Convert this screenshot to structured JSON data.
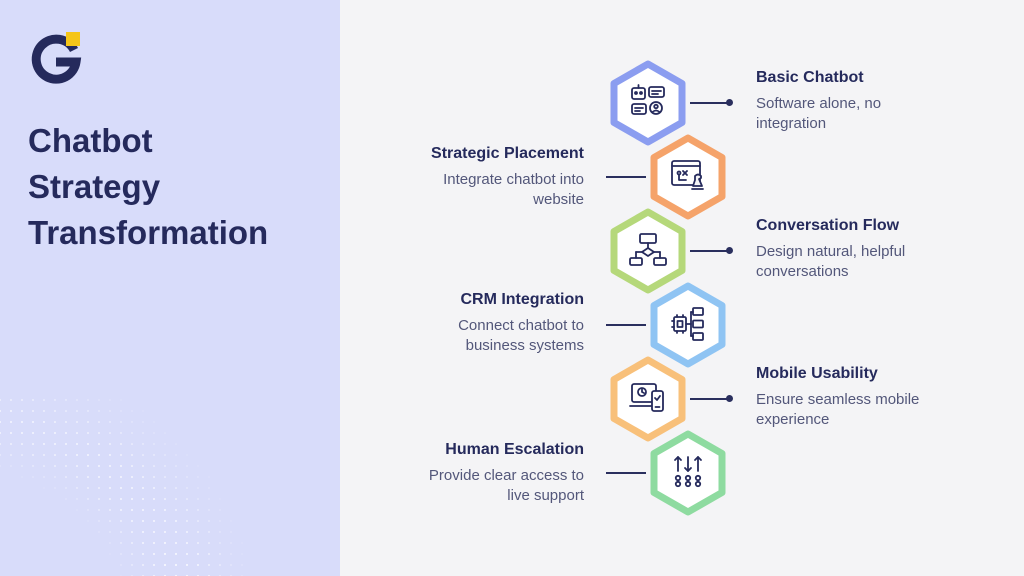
{
  "title": {
    "line1": "Chatbot",
    "line2": "Strategy",
    "line3": "Transformation"
  },
  "colors": {
    "panel": "#d8dcfa",
    "navy": "#252a5c",
    "accent": "#f5c518",
    "step_colors": [
      "#8b9df0",
      "#f5a36a",
      "#b5d87a",
      "#8fc4f3",
      "#f8c07a",
      "#8edba0"
    ]
  },
  "steps": [
    {
      "title": "Basic Chatbot",
      "desc": "Software alone, no integration",
      "icon": "robot-chat-icon"
    },
    {
      "title": "Strategic Placement",
      "desc": "Integrate chatbot into website",
      "icon": "strategy-chess-icon"
    },
    {
      "title": "Conversation Flow",
      "desc": "Design natural, helpful conversations",
      "icon": "flowchart-icon"
    },
    {
      "title": "CRM Integration",
      "desc": "Connect chatbot to business systems",
      "icon": "chip-network-icon"
    },
    {
      "title": "Mobile Usability",
      "desc": "Ensure seamless mobile experience",
      "icon": "devices-icon"
    },
    {
      "title": "Human Escalation",
      "desc": "Provide clear access to live support",
      "icon": "escalation-arrows-icon"
    }
  ]
}
